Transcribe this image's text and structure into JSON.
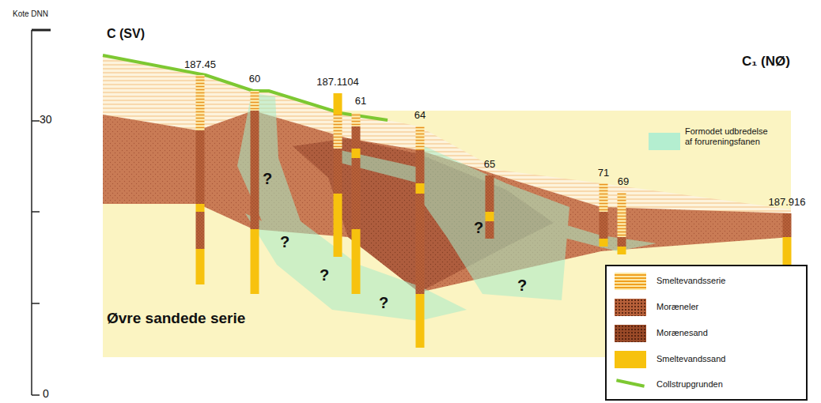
{
  "diagram": {
    "labels": [
      "Kote DNN",
      "30",
      "0",
      "C (SV)",
      "C₁ (NØ)",
      "187.45",
      "60",
      "187.1104",
      "61",
      "64",
      "65",
      "71",
      "69",
      "187.916",
      "?",
      "?",
      "?",
      "?",
      "?",
      "?",
      "Øvre sandede serie"
    ],
    "legend": [
      {
        "text": "Formodet udbredelse af forureningsfanen",
        "color": "#b4eed0"
      },
      {
        "text": "Smeltevandsserie",
        "color": "#f0a020"
      },
      {
        "text": "Moræneler",
        "color": "#b8613a"
      },
      {
        "text": "Morænesand",
        "color": "#9a4a28"
      },
      {
        "text": "Smeltevandssand",
        "color": "#f7c20e"
      },
      {
        "text": "Collstrupgrunden"
      }
    ]
  }
}
